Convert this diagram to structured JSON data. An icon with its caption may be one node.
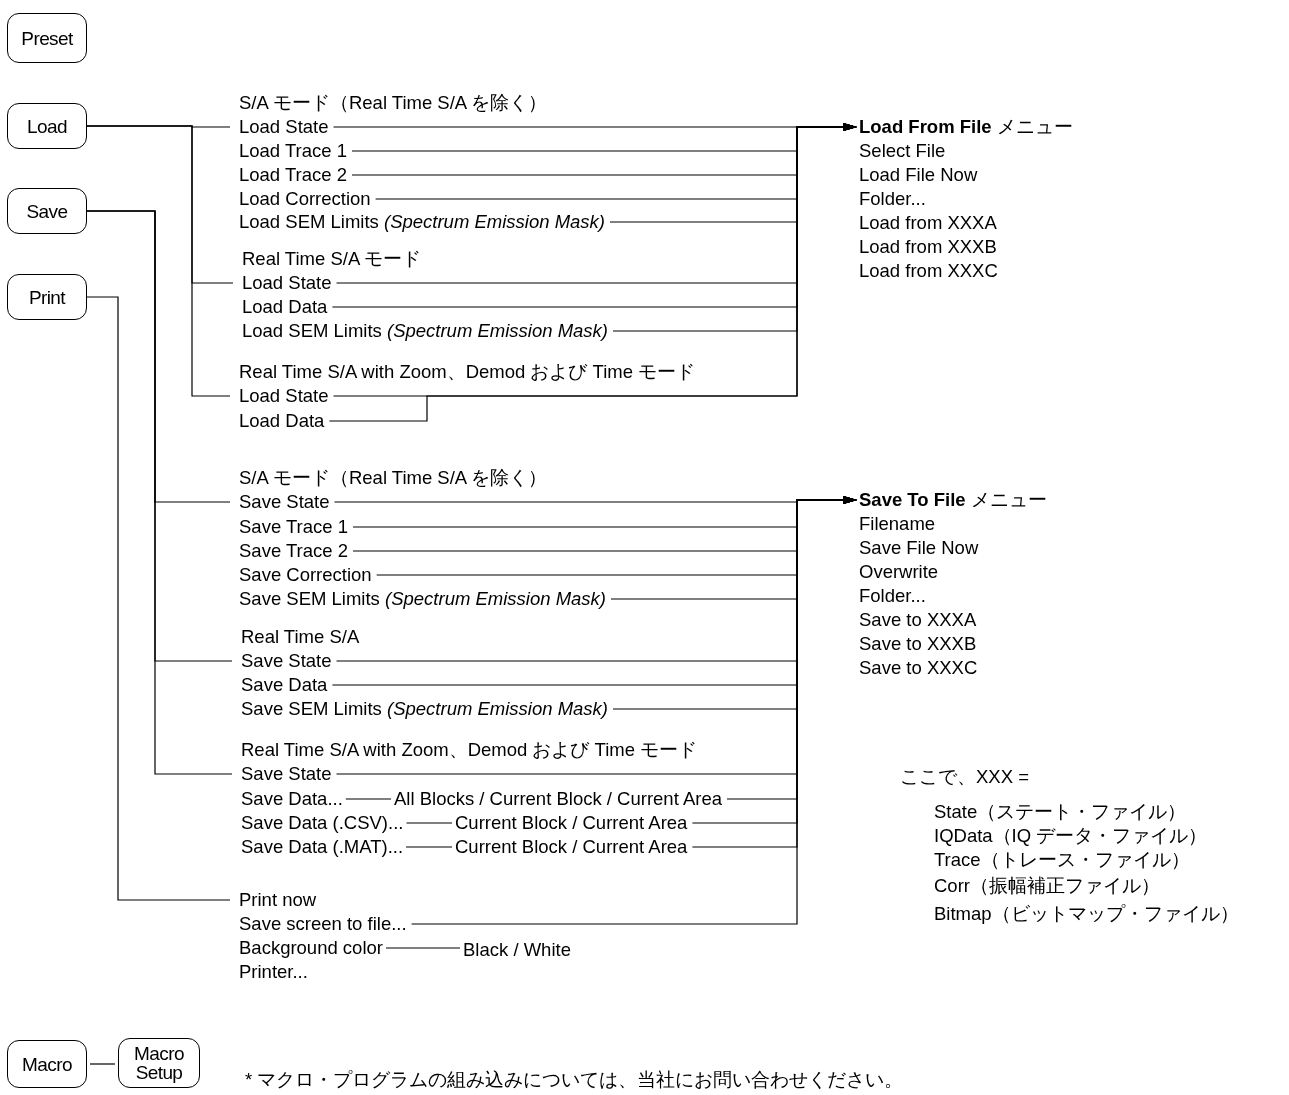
{
  "diagram": {
    "nodes": [
      {
        "text": [
          "Preset"
        ]
      },
      {
        "text": [
          "Load"
        ]
      },
      {
        "text": [
          "Save"
        ]
      },
      {
        "text": [
          "Print"
        ]
      },
      {
        "text": [
          "Load State"
        ]
      },
      {
        "text": [
          "Load Trace 1"
        ]
      },
      {
        "text": [
          "Load Trace 2"
        ]
      },
      {
        "text": [
          "Load Correction"
        ]
      },
      {
        "text": [
          "Load SEM Limits *(Spectrum Emission Mask)*"
        ]
      },
      {
        "text": [
          "Load State"
        ]
      },
      {
        "text": [
          "Load Data"
        ]
      },
      {
        "text": [
          "Load SEM Limits *(Spectrum Emission Mask)*"
        ]
      },
      {
        "text": [
          "Load State"
        ]
      },
      {
        "text": [
          "Load Data"
        ]
      },
      {
        "text": [
          "**Load From File** メニュー",
          "Select File",
          "Load File Now",
          "Folder...",
          "Load from XXXA",
          "Load from XXXB",
          "Load from XXXC"
        ]
      },
      {
        "text": [
          "Save State"
        ]
      },
      {
        "text": [
          "Save Trace 1"
        ]
      },
      {
        "text": [
          "Save Trace 2"
        ]
      },
      {
        "text": [
          "Save Correction"
        ]
      },
      {
        "text": [
          "Save SEM Limits *(Spectrum Emission Mask)*"
        ]
      },
      {
        "text": [
          "Save State"
        ]
      },
      {
        "text": [
          "Save Data"
        ]
      },
      {
        "text": [
          "Save SEM Limits *(Spectrum Emission Mask)*"
        ]
      },
      {
        "text": [
          "Save State"
        ]
      },
      {
        "text": [
          "Save Data..."
        ]
      },
      {
        "text": [
          "All Blocks / Current Block / Current Area"
        ]
      },
      {
        "text": [
          "Save Data (.CSV)..."
        ]
      },
      {
        "text": [
          "Current Block / Current Area"
        ]
      },
      {
        "text": [
          "Save Data (.MAT)..."
        ]
      },
      {
        "text": [
          "Current Block / Current Area"
        ]
      },
      {
        "text": [
          "**Save To File** メニュー",
          "Filename",
          "Save File Now",
          "Overwrite",
          "Folder...",
          "Save to XXXA",
          "Save to XXXB",
          "Save to XXXC"
        ]
      },
      {
        "text": [
          "Print now"
        ]
      },
      {
        "text": [
          "Save screen to file..."
        ]
      },
      {
        "text": [
          "Background color"
        ]
      },
      {
        "text": [
          "Black / White"
        ]
      },
      {
        "text": [
          "Macro"
        ]
      },
      {
        "text": [
          "Macro Setup"
        ]
      }
    ],
    "edges": [
      {
        "from": 1,
        "to": 4,
        "arrow": "none"
      },
      {
        "from": 1,
        "to": 9,
        "arrow": "none"
      },
      {
        "from": 1,
        "to": 12,
        "arrow": "none"
      },
      {
        "from": 4,
        "to": 14,
        "arrow": "to"
      },
      {
        "from": 5,
        "to": 14,
        "arrow": "to"
      },
      {
        "from": 6,
        "to": 14,
        "arrow": "to"
      },
      {
        "from": 7,
        "to": 14,
        "arrow": "to"
      },
      {
        "from": 8,
        "to": 14,
        "arrow": "to"
      },
      {
        "from": 9,
        "to": 14,
        "arrow": "to"
      },
      {
        "from": 10,
        "to": 14,
        "arrow": "to"
      },
      {
        "from": 11,
        "to": 14,
        "arrow": "to"
      },
      {
        "from": 12,
        "to": 14,
        "arrow": "to"
      },
      {
        "from": 13,
        "to": 14,
        "arrow": "to"
      },
      {
        "from": 2,
        "to": 15,
        "arrow": "none"
      },
      {
        "from": 2,
        "to": 20,
        "arrow": "none"
      },
      {
        "from": 2,
        "to": 23,
        "arrow": "none"
      },
      {
        "from": 15,
        "to": 30,
        "arrow": "to"
      },
      {
        "from": 16,
        "to": 30,
        "arrow": "to"
      },
      {
        "from": 17,
        "to": 30,
        "arrow": "to"
      },
      {
        "from": 18,
        "to": 30,
        "arrow": "to"
      },
      {
        "from": 19,
        "to": 30,
        "arrow": "to"
      },
      {
        "from": 20,
        "to": 30,
        "arrow": "to"
      },
      {
        "from": 21,
        "to": 30,
        "arrow": "to"
      },
      {
        "from": 22,
        "to": 30,
        "arrow": "to"
      },
      {
        "from": 23,
        "to": 30,
        "arrow": "to"
      },
      {
        "from": 24,
        "to": 25,
        "arrow": "none"
      },
      {
        "from": 25,
        "to": 30,
        "arrow": "to"
      },
      {
        "from": 26,
        "to": 27,
        "arrow": "none"
      },
      {
        "from": 27,
        "to": 30,
        "arrow": "to"
      },
      {
        "from": 28,
        "to": 29,
        "arrow": "none"
      },
      {
        "from": 29,
        "to": 30,
        "arrow": "to"
      },
      {
        "from": 3,
        "to": 31,
        "arrow": "none"
      },
      {
        "from": 32,
        "to": 30,
        "arrow": "to"
      },
      {
        "from": 33,
        "to": 34,
        "arrow": "none"
      },
      {
        "from": 35,
        "to": 36,
        "arrow": "none"
      }
    ],
    "labels": [
      "S/A モード（Real Time S/A を除く）",
      "Real Time S/A モード",
      "Real Time S/A with Zoom、Demod および Time モード",
      "S/A モード（Real Time S/A を除く）",
      "Real Time S/A",
      "Real Time S/A with Zoom、Demod および Time モード",
      "ここで、XXX =",
      "State（ステート・ファイル）",
      "IQData（IQ データ・ファイル）",
      "Trace（トレース・ファイル）",
      "Corr（振幅補正ファイル）",
      "Bitmap（ビットマップ・ファイル）",
      "Printer...",
      "* マクロ・プログラムの組み込みについては、当社にお問い合わせください。"
    ]
  }
}
